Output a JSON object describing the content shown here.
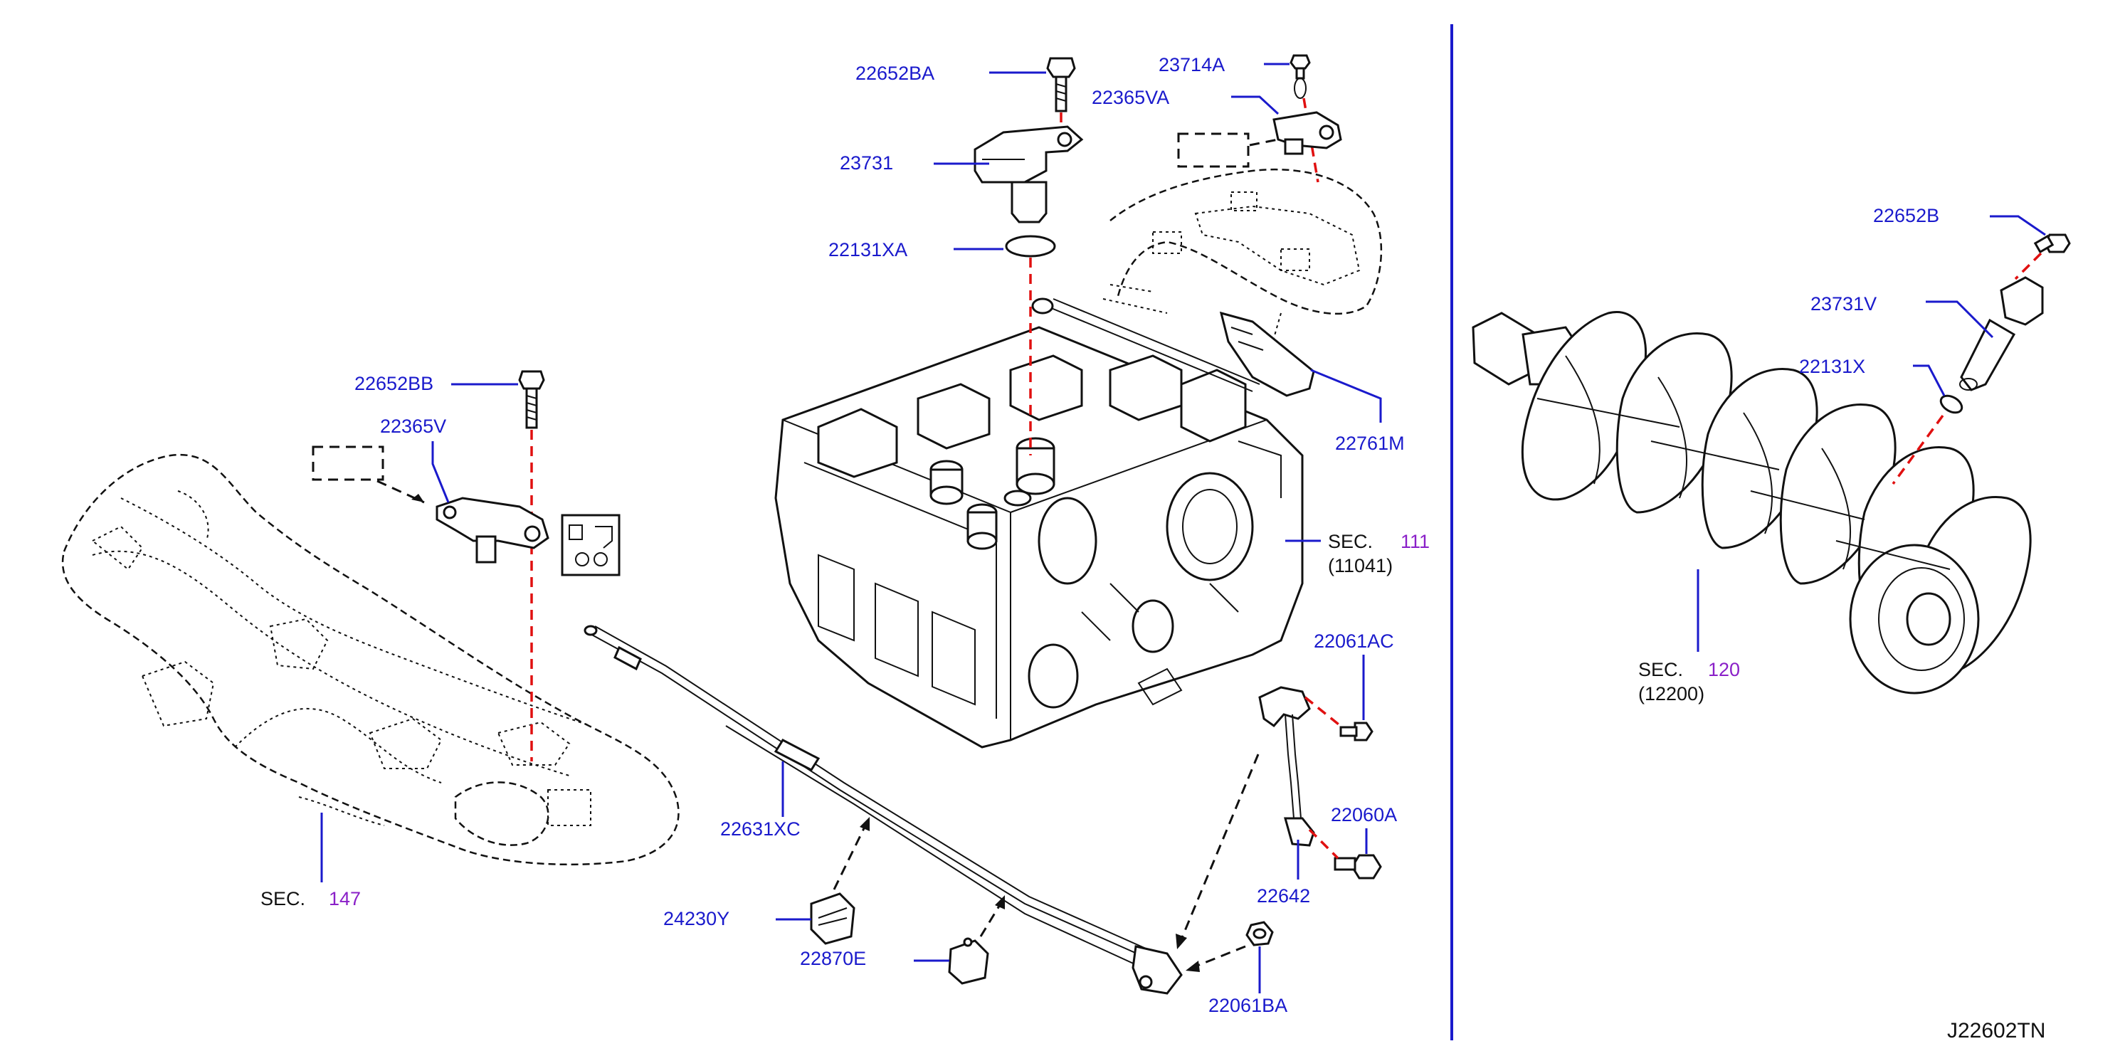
{
  "labels": {
    "p22652BA": "22652BA",
    "p23714A": "23714A",
    "p22365VA": "22365VA",
    "p23731": "23731",
    "p22131XA": "22131XA",
    "p22652BB": "22652BB",
    "p22365V": "22365V",
    "p22761M": "22761M",
    "p22652B": "22652B",
    "p23731V": "23731V",
    "p22131X": "22131X",
    "p22061AC": "22061AC",
    "p22060A": "22060A",
    "p22642": "22642",
    "p22631XC": "22631XC",
    "p24230Y": "24230Y",
    "p22870E": "22870E",
    "p22061BA": "22061BA"
  },
  "sections": {
    "s147": {
      "prefix": "SEC.",
      "number": "147"
    },
    "s111": {
      "prefix": "SEC.",
      "number": "111",
      "sub": "(11041)"
    },
    "s120": {
      "prefix": "SEC.",
      "number": "120",
      "sub": "(12200)"
    }
  },
  "diagram_code": "J22602TN",
  "colors": {
    "part_number": "#1a1acc",
    "section_number": "#8a20c8",
    "alignment_line": "#e01010",
    "divider": "#1a1acc"
  }
}
